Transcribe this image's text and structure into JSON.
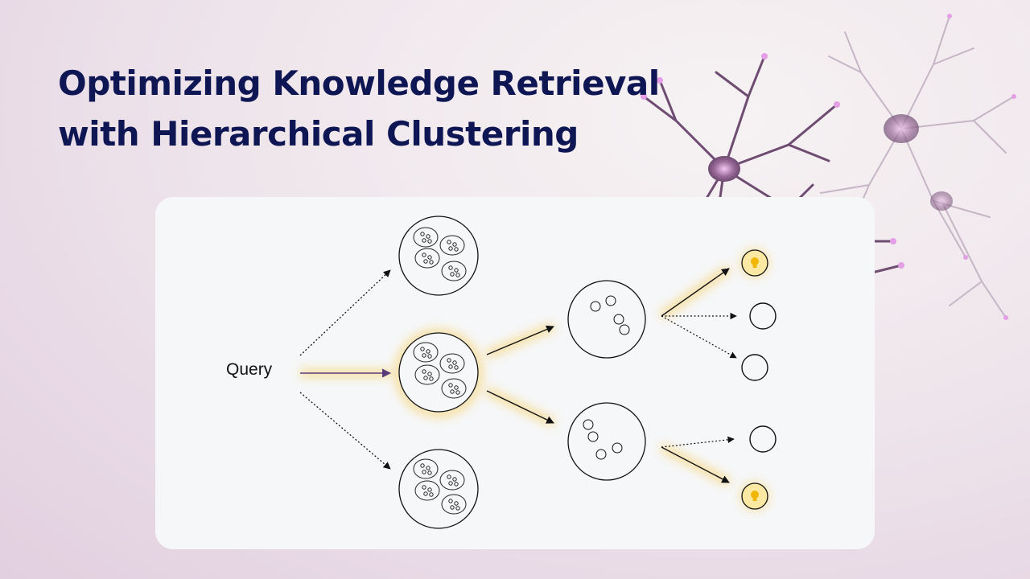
{
  "title": {
    "line1": "Optimizing Knowledge Retrieval",
    "line2": "with Hierarchical Clustering"
  },
  "diagram": {
    "query_label": "Query",
    "colors": {
      "title": "#0f1654",
      "highlight_glow": "#f5c542",
      "query_edge": "#5b3a7a",
      "neuron": "#8b5a8c",
      "neuron_tip": "#e0a0e8"
    },
    "levels": [
      {
        "level": 1,
        "nodes": [
          "top",
          "middle",
          "bottom"
        ],
        "selected": "middle"
      },
      {
        "level": 2,
        "nodes": [
          "upper",
          "lower"
        ],
        "selected": [
          "upper",
          "lower"
        ]
      },
      {
        "level": 3,
        "nodes": [
          "leaf-1",
          "leaf-2",
          "leaf-3",
          "leaf-4",
          "leaf-5"
        ],
        "selected": [
          "leaf-1",
          "leaf-5"
        ]
      }
    ],
    "icons": [
      "lightbulb-icon",
      "neuron-illustration"
    ]
  }
}
